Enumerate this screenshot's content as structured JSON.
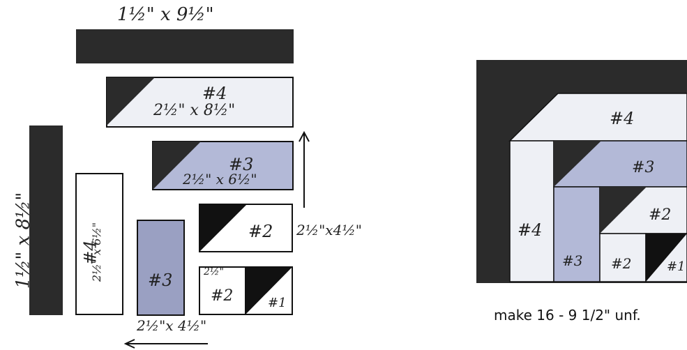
{
  "colors": {
    "dark": "#2b2b2b",
    "light": "#eef0f5",
    "blue": "#b3b9d7",
    "blue_dark": "#8e95b6",
    "black": "#111111"
  },
  "left_pieces": {
    "top_strip_label": "1½\" x 9½\"",
    "side_strip_label": "1½\" x 8½\"",
    "piece4_horizontal": {
      "number": "#4",
      "size": "2½\" x 8½\""
    },
    "piece3_horizontal": {
      "number": "#3",
      "size": "2½\" x 6½\""
    },
    "piece2_horizontal": {
      "number": "#2",
      "size": "2½\"x4½\""
    },
    "piece1_block": {
      "number2": "#2",
      "number1": "#1",
      "size": "2½\""
    },
    "piece4_vertical": {
      "number": "#4",
      "size": "2½\" x 6½\""
    },
    "piece3_vertical": {
      "number": "#3",
      "size": "2½\"x 4½\""
    }
  },
  "finished_block": {
    "labels": [
      "#4",
      "#3",
      "#2",
      "#4",
      "#3",
      "#2",
      "#1"
    ]
  },
  "caption": "make 16 - 9 1/2\" unf."
}
